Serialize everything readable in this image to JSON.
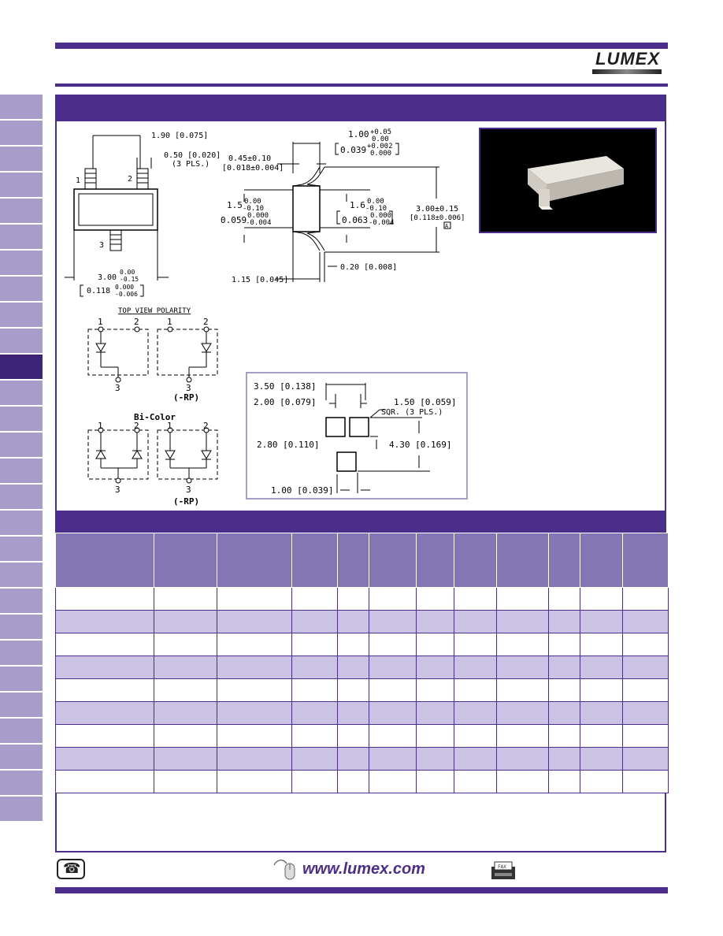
{
  "brand": {
    "logo_text": "LUMEX"
  },
  "outline": {
    "dim_top_width": "1.90 [0.075]",
    "dim_pad_width": "0.50 [0.020]",
    "dim_pad_places": "(3 PLS.)",
    "pin1": "1",
    "pin2": "2",
    "pin3": "3",
    "dim_bottom": "3.00",
    "dim_bottom_tol_plus": "0.00",
    "dim_bottom_tol_minus": "-0.15",
    "dim_bottom_in": "0.118",
    "dim_bottom_in_plus": "0.000",
    "dim_bottom_in_minus": "-0.006"
  },
  "side_view": {
    "dim_lead_top": "1.00",
    "dim_lead_top_plus": "+0.05",
    "dim_lead_top_minus": "0.00",
    "dim_lead_top_in": "0.039",
    "dim_lead_top_in_plus": "+0.002",
    "dim_lead_top_in_minus": "0.000",
    "dim_thick": "0.45±0.10",
    "dim_thick_in": "[0.018±0.004]",
    "dim_left": "1.5",
    "dim_left_plus": "0.00",
    "dim_left_minus": "-0.10",
    "dim_left_in": "0.059",
    "dim_left_in_plus": "0.000",
    "dim_left_in_minus": "-0.004",
    "dim_right": "1.6",
    "dim_right_plus": "0.00",
    "dim_right_minus": "-0.10",
    "dim_right_in": "0.063",
    "dim_right_in_plus": "0.000",
    "dim_right_in_minus": "-0.004",
    "dim_height": "3.00±0.15",
    "dim_height_in": "[0.118±0.006]",
    "note_a": "A",
    "dim_foot": "0.20 [0.008]",
    "dim_body": "1.15 [0.045]"
  },
  "polarity": {
    "title": "TOP VIEW POLARITY",
    "rp_label": "(-RP)",
    "bicolor_title": "Bi-Color",
    "bicolor_rp_label": "(-RP)",
    "pin1": "1",
    "pin2": "2",
    "pin3": "3"
  },
  "footprint": {
    "dim_span": "3.50 [0.138]",
    "dim_gap": "2.00 [0.079]",
    "dim_pad": "1.50 [0.059]",
    "dim_pad_note": "SQR. (3 PLS.)",
    "dim_height": "2.80 [0.110]",
    "dim_total": "4.30 [0.169]",
    "dim_width": "1.00 [0.039]"
  },
  "table": {
    "columns": 12,
    "rows": 9
  },
  "footer": {
    "website": "www.lumex.com",
    "fax_label": "FAX"
  },
  "colors": {
    "brand_purple": "#4b2d8c",
    "header_lavender": "#8475b5",
    "row_alt": "#cbc3e3",
    "tab": "#a89ccb"
  }
}
